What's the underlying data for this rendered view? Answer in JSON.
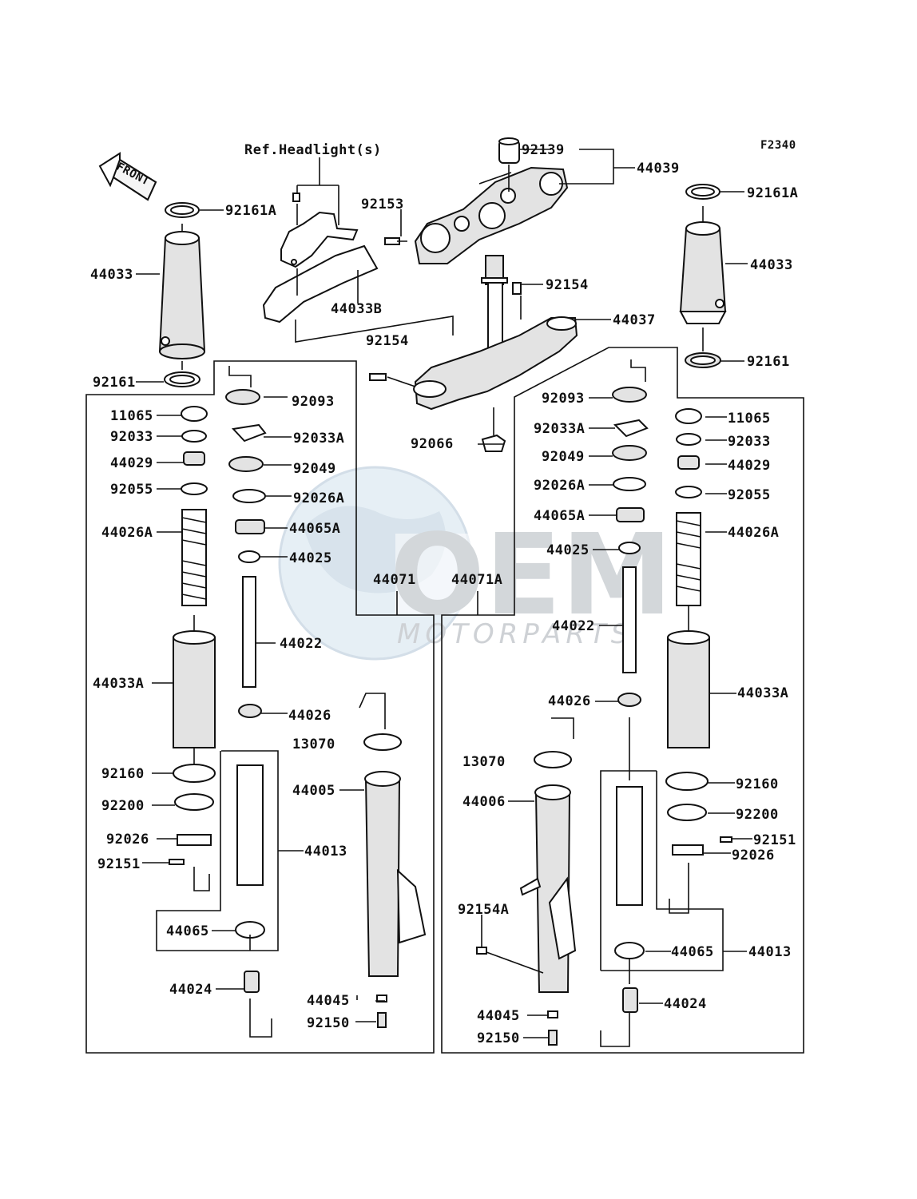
{
  "figure_code": "F2340",
  "ref_headlight": "Ref.Headlight(s)",
  "front_arrow": "FRONT",
  "watermark": {
    "logo": "OEM",
    "text": "MOTORPARTS"
  },
  "labels": {
    "l92161A_left": "92161A",
    "l44033_left": "44033",
    "l92161_left": "92161",
    "l92153": "92153",
    "l44033B": "44033B",
    "l92154_top": "92154",
    "l92154_mid": "92154",
    "l92139": "92139",
    "l44039": "44039",
    "l44037": "44037",
    "l92161A_right": "92161A",
    "l44033_right": "44033",
    "l92161_right": "92161",
    "l92066": "92066",
    "l11065_l": "11065",
    "l92033_l": "92033",
    "l44029_l": "44029",
    "l92055_l": "92055",
    "l44026A_l": "44026A",
    "l44033A_l": "44033A",
    "l92160_l": "92160",
    "l92200_l": "92200",
    "l92026_l": "92026",
    "l92151_l": "92151",
    "l44065_l": "44065",
    "l44024_l": "44024",
    "l92093_l": "92093",
    "l92033A_l": "92033A",
    "l92049_l": "92049",
    "l92026A_l": "92026A",
    "l44065A_l": "44065A",
    "l44025_l": "44025",
    "l44071": "44071",
    "l44022_l": "44022",
    "l44026_l": "44026",
    "l13070_l": "13070",
    "l44005": "44005",
    "l44013_l": "44013",
    "l44045_l": "44045",
    "l92150_l": "92150",
    "l92093_r": "92093",
    "l92033A_r": "92033A",
    "l92049_r": "92049",
    "l92026A_r": "92026A",
    "l44065A_r": "44065A",
    "l44025_r": "44025",
    "l44071A": "44071A",
    "l44022_r": "44022",
    "l44026_r": "44026",
    "l13070_r": "13070",
    "l44006": "44006",
    "l92154A": "92154A",
    "l44045_r": "44045",
    "l92150_r": "92150",
    "l11065_r": "11065",
    "l92033_r": "92033",
    "l44029_r": "44029",
    "l92055_r": "92055",
    "l44026A_r": "44026A",
    "l44033A_r": "44033A",
    "l92160_r": "92160",
    "l92200_r": "92200",
    "l92151_r": "92151",
    "l92026_r": "92026",
    "l44065_r": "44065",
    "l44013_r": "44013",
    "l44024_r": "44024"
  }
}
